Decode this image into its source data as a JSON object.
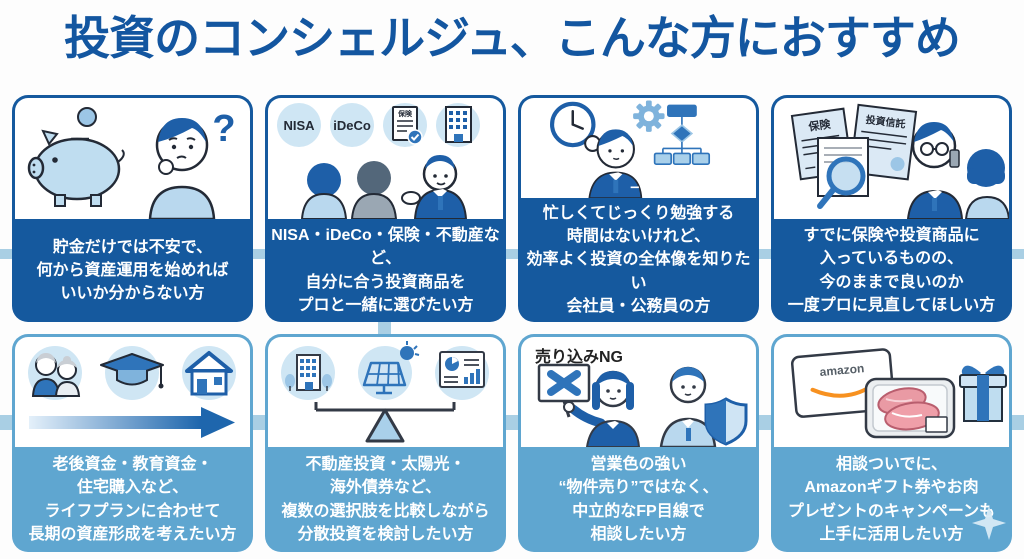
{
  "title": "投資のコンシェルジュ、こんな方におすすめ",
  "colors": {
    "title_blue": "#1356a0",
    "card_dark_blue": "#15599e",
    "card_light_blue": "#5fa6d0",
    "connector_band": "#a9cfe4",
    "accent_orange": "#f79120"
  },
  "cards": [
    {
      "caption": "貯金だけでは不安で、\n何から資産運用を始めれば\nいいか分からない方",
      "illustration": "piggy-bank-and-worried-man",
      "labels": {
        "question": "?"
      }
    },
    {
      "caption": "NISA・iDeCo・保険・不動産など、\n自分に合う投資商品を\nプロと一緒に選びたい方",
      "illustration": "product-circles-and-consultation",
      "labels": {
        "nisa": "NISA",
        "ideco": "iDeCo",
        "insurance_doc": "保険"
      }
    },
    {
      "caption": "忙しくてじっくり勉強する\n時間はないけれど、\n効率よく投資の全体像を知りたい\n会社員・公務員の方",
      "illustration": "clock-gear-flowchart-worker",
      "labels": {}
    },
    {
      "caption": "すでに保険や投資商品に\n入っているものの、\n今のままで良いのか\n一度プロに見直してほしい方",
      "illustration": "policy-documents-review",
      "labels": {
        "insurance_doc": "保険",
        "trust_doc": "投資信託"
      }
    },
    {
      "caption": "老後資金・教育資金・\n住宅購入など、\nライフプランに合わせて\n長期の資産形成を考えたい方",
      "illustration": "life-plan-timeline",
      "labels": {}
    },
    {
      "caption": "不動産投資・太陽光・\n海外債券など、\n複数の選択肢を比較しながら\n分散投資を検討したい方",
      "illustration": "comparison-balance-scale",
      "labels": {}
    },
    {
      "caption": "営業色の強い\n“物件売り”ではなく、\n中立的なFP目線で\n相談したい方",
      "illustration": "no-hard-sell-neutral-fp",
      "labels": {
        "badge": "売り込みNG"
      }
    },
    {
      "caption": "相談ついでに、\nAmazonギフト券やお肉\nプレゼントのキャンペーンも\n上手に活用したい方",
      "illustration": "gift-campaign",
      "labels": {
        "card_brand": "amazon"
      }
    }
  ]
}
